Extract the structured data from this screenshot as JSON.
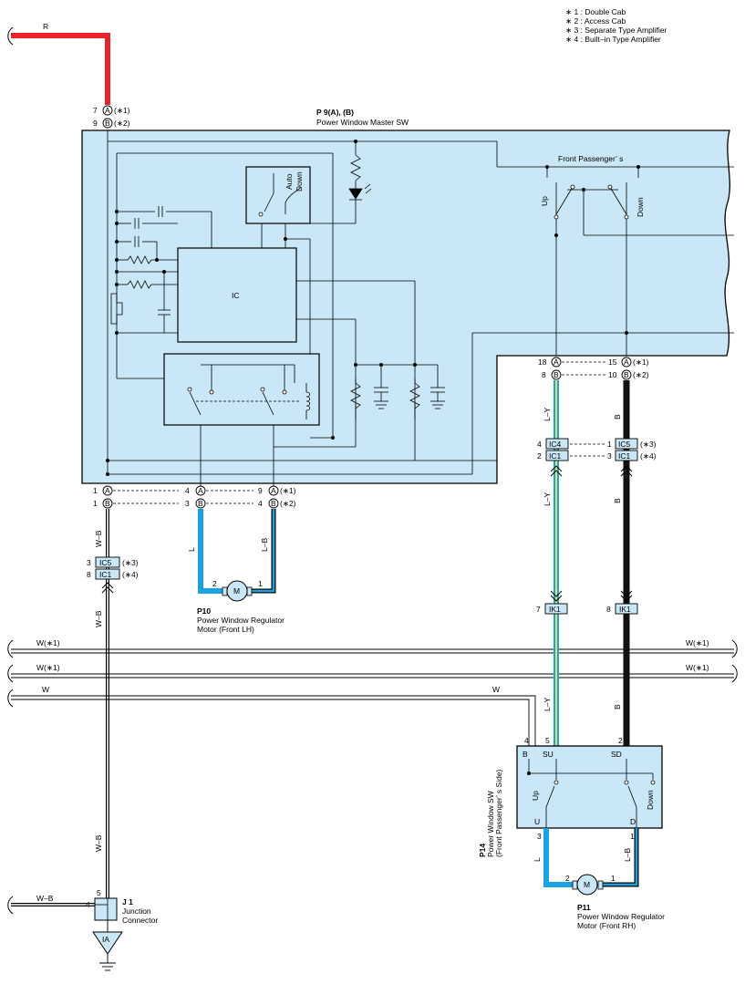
{
  "notes": [
    "∗ 1 : Double Cab",
    "∗ 2 : Access Cab",
    "∗ 3 : Separate Type Amplifier",
    "∗ 4 : Built–in Type Amplifier"
  ],
  "colors": {
    "power_red": "#e8232a",
    "wire_blue": "#1aa3e0",
    "wire_ly_yellow": "#e6e05a",
    "wire_black": "#111111",
    "box_fill": "#c9e7f7",
    "component_blue": "#bfe1f3"
  },
  "wires": {
    "r": "R",
    "wb1": "W–B",
    "wb2": "W–B",
    "wb3": "W–B",
    "wb_j": "W–B",
    "l_lh": "L",
    "lb_lh": "L–B",
    "ly1": "L–Y",
    "ly2": "L–Y",
    "ly3": "L–Y",
    "b1": "B",
    "b2": "B",
    "b3": "B",
    "l_rh": "L",
    "lb_rh": "L–B",
    "w1_left": "W(∗1)",
    "w1_right": "W(∗1)",
    "w2_left": "W(∗1)",
    "w2_right": "W(∗1)",
    "w_left": "W",
    "w_mid": "W"
  },
  "master_switch": {
    "code": "P 9(A), (B)",
    "name": "Power Window Master SW",
    "ic": "IC",
    "auto": "Auto",
    "down": "Down",
    "front_passenger": "Front Passenger’ s",
    "up": "Up",
    "down2": "Down"
  },
  "pins": {
    "top_a": "7",
    "top_b": "9",
    "top_a_note": "(∗1)",
    "top_b_note": "(∗2)",
    "a": "A",
    "b": "B",
    "left_a": "1",
    "left_b": "1",
    "mid_a": "4",
    "mid_b": "3",
    "mr_a": "9",
    "mr_b": "4",
    "mr_a_note": "(∗1)",
    "mr_b_note": "(∗2)",
    "r1_a": "18",
    "r1_b": "8",
    "r2_a": "15",
    "r2_b": "10",
    "r2_a_note": "(∗1)",
    "r2_b_note": "(∗2)"
  },
  "connectors": {
    "ic5_left": "IC5",
    "ic1_left": "IC1",
    "ic5_left_pin": "3",
    "ic1_left_pin": "8",
    "ic5_left_note": "(∗3)",
    "ic1_left_note": "(∗4)",
    "ic4": "IC4",
    "ic1_mid": "IC1",
    "ic4_pin": "4",
    "ic1_mid_pin": "2",
    "ic5_right": "IC5",
    "ic1_right": "IC1",
    "ic5_right_pin": "1",
    "ic1_right_pin": "3",
    "ic5_right_note": "(∗3)",
    "ic1_right_note": "(∗4)",
    "ik1_a": "IK1",
    "ik1_b": "IK1",
    "ik1_a_pin": "7",
    "ik1_b_pin": "8"
  },
  "motor_lh": {
    "code": "P10",
    "line1": "Power Window Regulator",
    "line2": "Motor (Front LH)",
    "symbol": "M",
    "pin_left": "2",
    "pin_right": "1"
  },
  "passenger_switch": {
    "code": "P14",
    "name1": "Power Window SW",
    "name2": "(Front Passenger’ s Side)",
    "b": "B",
    "su": "SU",
    "sd": "SD",
    "u": "U",
    "d": "D",
    "up": "Up",
    "down": "Down",
    "pin4": "4",
    "pin5": "5",
    "pin2": "2",
    "pin3": "3",
    "pin1": "1"
  },
  "motor_rh": {
    "code": "P11",
    "line1": "Power Window Regulator",
    "line2": "Motor (Front RH)",
    "symbol": "M",
    "pin_left": "2",
    "pin_right": "1"
  },
  "junction": {
    "code": "J 1",
    "line1": "Junction",
    "line2": "Connector",
    "pin5": "5",
    "pin4": "4",
    "ground": "IA"
  }
}
